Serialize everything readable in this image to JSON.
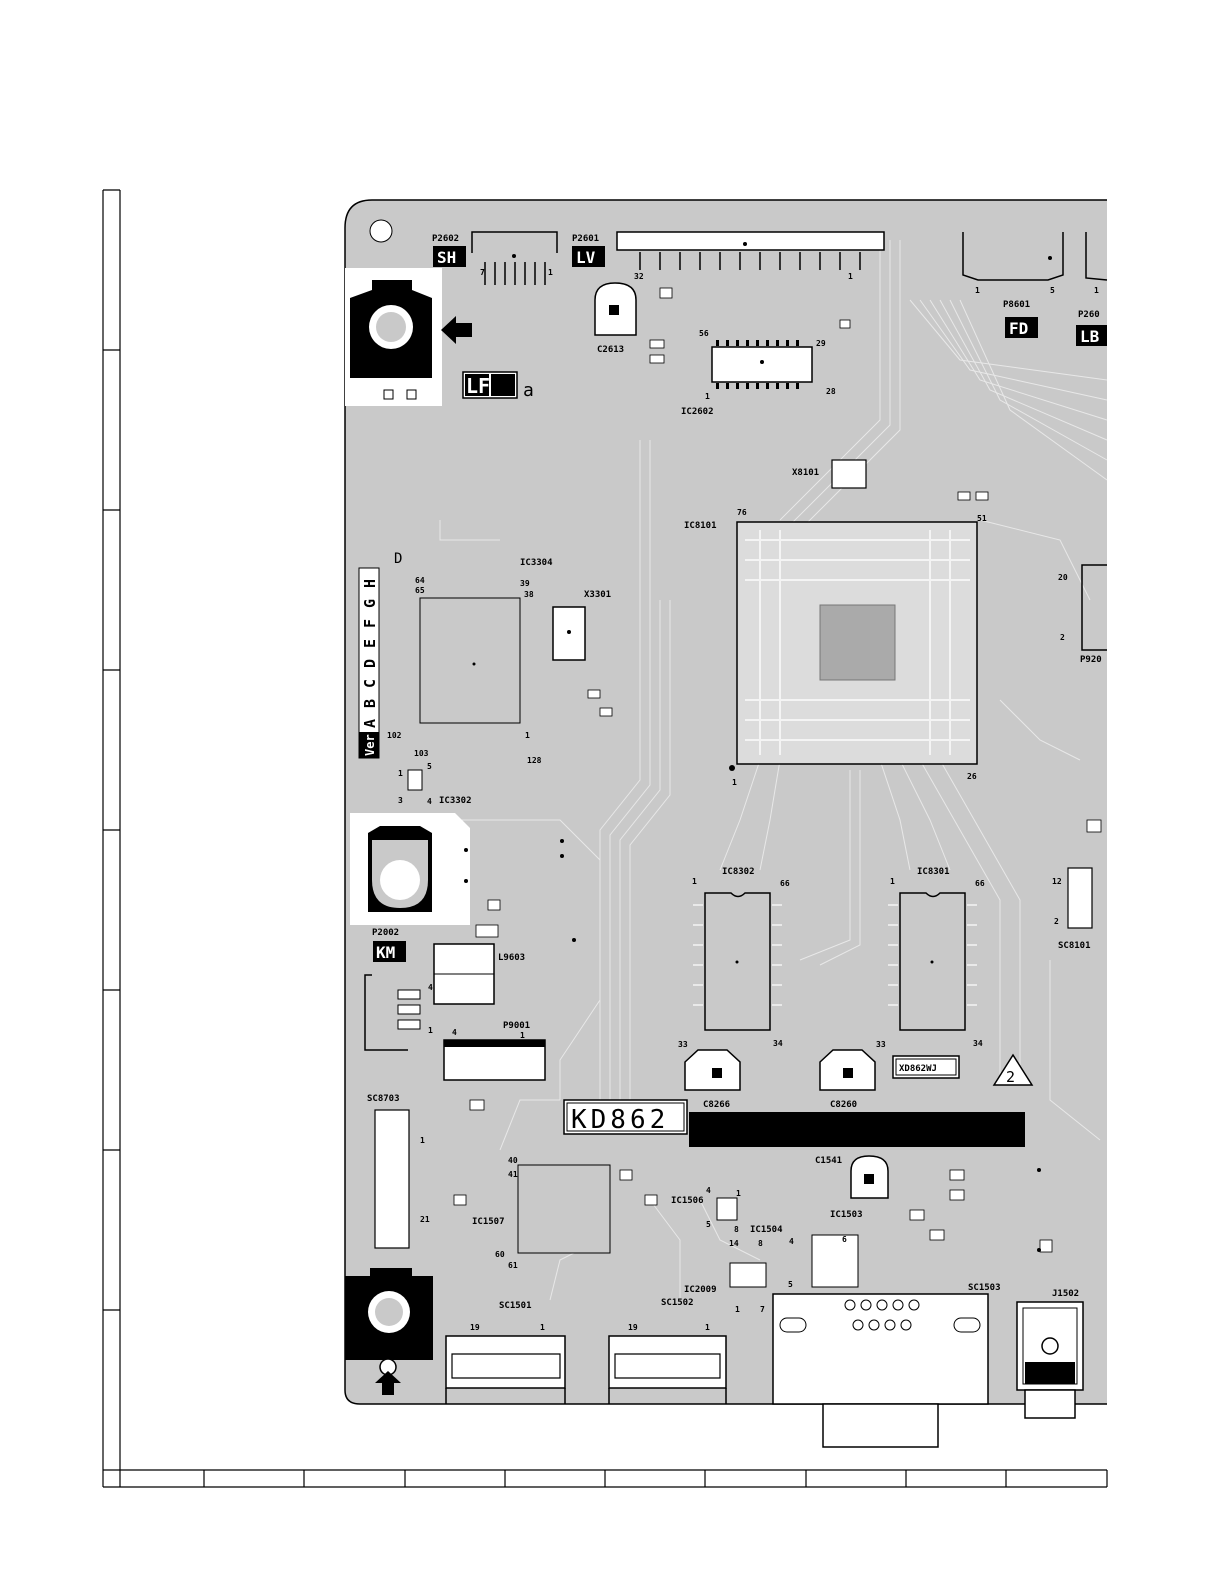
{
  "board": {
    "name": "KD862",
    "version_code": "XD862WJ",
    "version_prefix": "Ver",
    "version_letters": [
      "A",
      "B",
      "C",
      "D",
      "E",
      "F",
      "G",
      "H"
    ],
    "lf_suffix": "a",
    "rev_mark": "2",
    "corner_mark": "D"
  },
  "connectors": [
    {
      "ref": "P2602",
      "tag": "SH",
      "pin_a": "7",
      "pin_b": "1"
    },
    {
      "ref": "P2601",
      "tag": "LV",
      "pin_a": "32",
      "pin_b": "1"
    },
    {
      "ref": "P8601",
      "tag": "FD",
      "pin_a": "1",
      "pin_b": "5"
    },
    {
      "ref": "P260",
      "tag": "LB",
      "pin_a": "1",
      "pin_b": ""
    },
    {
      "ref": "P2002",
      "tag": "KM",
      "pin_a": "4",
      "pin_b": "1"
    },
    {
      "ref": "P9001",
      "tag": "",
      "pin_a": "4",
      "pin_b": "1"
    },
    {
      "ref": "P920",
      "tag": "",
      "pin_a": "20",
      "pin_b": "2"
    }
  ],
  "lf_tag": "LF",
  "parts": [
    {
      "ref": "C2613"
    },
    {
      "ref": "IC2602",
      "pins": [
        "56",
        "29",
        "1",
        "28"
      ]
    },
    {
      "ref": "X8101"
    },
    {
      "ref": "IC8101",
      "pins": [
        "76",
        "51",
        "1",
        "26"
      ]
    },
    {
      "ref": "IC3304",
      "pins": [
        "64",
        "65",
        "39",
        "38",
        "102",
        "103",
        "128",
        "1"
      ]
    },
    {
      "ref": "X3301"
    },
    {
      "ref": "IC3302",
      "pins": [
        "1",
        "5",
        "3",
        "4"
      ]
    },
    {
      "ref": "IC8302",
      "pins": [
        "1",
        "66",
        "33",
        "34"
      ]
    },
    {
      "ref": "IC8301",
      "pins": [
        "1",
        "66",
        "33",
        "34"
      ]
    },
    {
      "ref": "SC8101",
      "pins": [
        "12",
        "2"
      ]
    },
    {
      "ref": "L9603"
    },
    {
      "ref": "C8266"
    },
    {
      "ref": "C8260"
    },
    {
      "ref": "SC8703",
      "pins": [
        "1",
        "21"
      ]
    },
    {
      "ref": "IC1507",
      "pins": [
        "40",
        "41",
        "60",
        "61"
      ]
    },
    {
      "ref": "IC1506",
      "pins": [
        "4",
        "1",
        "5",
        "8"
      ]
    },
    {
      "ref": "IC1504",
      "pins": [
        "14",
        "8"
      ]
    },
    {
      "ref": "IC1503",
      "pins": [
        "4",
        "6",
        "5"
      ]
    },
    {
      "ref": "C1541"
    },
    {
      "ref": "IC2009",
      "pins": [
        "1",
        "7"
      ]
    },
    {
      "ref": "SC1501",
      "pins": [
        "19",
        "1"
      ]
    },
    {
      "ref": "SC1502",
      "pins": [
        "19",
        "1"
      ]
    },
    {
      "ref": "SC1503"
    },
    {
      "ref": "J1502"
    }
  ]
}
